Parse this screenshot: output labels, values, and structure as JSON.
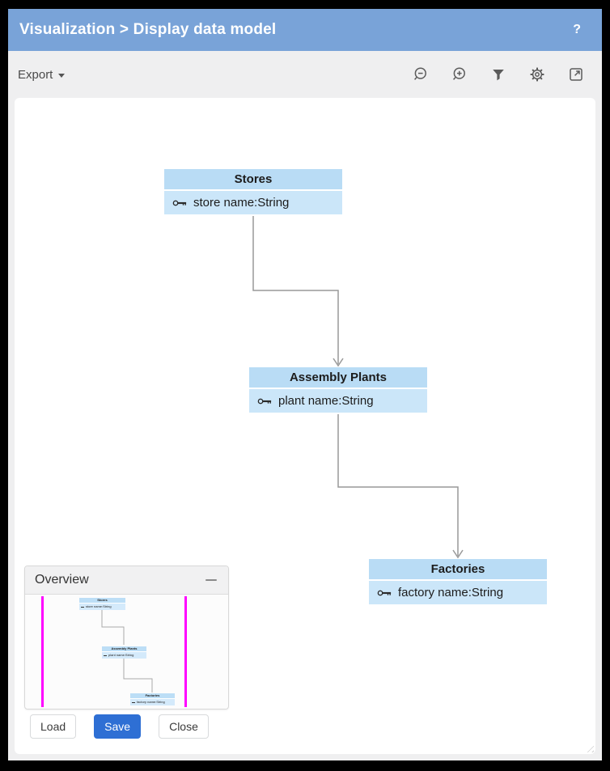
{
  "titlebar": {
    "title": "Visualization > Display data model",
    "help_label": "?"
  },
  "toolbar": {
    "export_label": "Export",
    "icons": [
      "caret-down-icon",
      "zoom-out-icon",
      "zoom-in-icon",
      "filter-icon",
      "gear-icon",
      "expand-icon"
    ]
  },
  "entities": [
    {
      "title": "Stores",
      "field": "store name:String",
      "key_icon": "key-icon"
    },
    {
      "title": "Assembly Plants",
      "field": "plant name:String",
      "key_icon": "key-icon"
    },
    {
      "title": "Factories",
      "field": "factory name:String",
      "key_icon": "key-icon"
    }
  ],
  "overview": {
    "title": "Overview",
    "minimize_icon": "minimize-icon"
  },
  "actions": {
    "load": "Load",
    "save": "Save",
    "close": "Close"
  },
  "colors": {
    "titlebar_bg": "#79a3d8",
    "page_bg": "#efeff0",
    "entity_header_bg": "#b9dcf5",
    "entity_body_bg": "#cbe6f9",
    "connector": "#999999",
    "viewport_line": "#ff00ff",
    "save_button_bg": "#2e6fd4"
  }
}
